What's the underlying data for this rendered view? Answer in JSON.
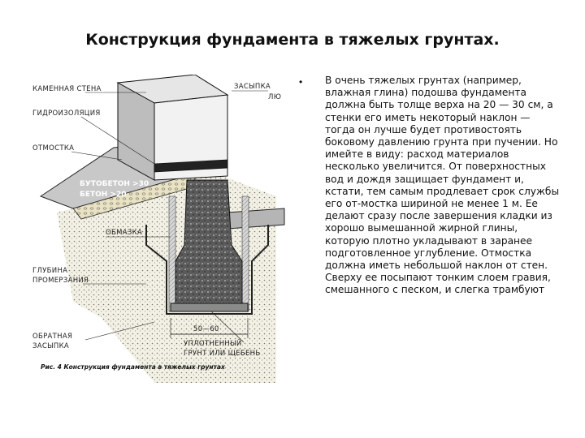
{
  "slide": {
    "title": "Конструкция фундамента в тяжелых грунтах.",
    "bullet_marker": "•",
    "bullet_text": "В очень тяжелых грунтах (например, влажная глина) подошва фундамента должна быть толще верха на 20 — 30 см, а стенки его иметь некоторый наклон — тогда он лучше будет противостоять боковому давлению грунта при пучении. Но имейте в виду: расход материалов несколько увеличится. От поверхностных вод и дождя защищает фундамент и, кстати, тем самым продлевает срок службы его от-мостка шириной не менее 1 м. Ее делают сразу после завершения кладки из хорошо вымешанной жирной глины, которую плотно укладывают в заранее подготовленное углубление. Отмостка должна иметь небольшой наклон от стен. Сверху ее посыпают тонким слоем гравия, смешанного с песком, и слегка трамбуют"
  },
  "figure": {
    "labels": {
      "stone_wall": "КАМЕННАЯ СТЕНА",
      "waterproofing": "ГИДРОИЗОЛЯЦИЯ",
      "blind_area": "ОТМОСТКА",
      "rubble_concrete": "БУТОБЕТОН >30",
      "concrete": "БЕТОН >20",
      "coating": "ОБМАЗКА",
      "freezing_depth_1": "ГЛУБИНА",
      "freezing_depth_2": "ПРОМЕРЗАНИЯ",
      "backfill_right_1": "ЗАСЫПКА",
      "backfill_right_2": "ЛЮ",
      "reverse_backfill_1": "ОБРАТНАЯ",
      "reverse_backfill_2": "ЗАСЫПКА",
      "width": "50—60",
      "compacted_1": "УПЛОТНЕННЫЙ",
      "compacted_2": "ГРУНТ ИЛИ ЩЕБЕНЬ"
    },
    "caption": "Рис. 4 Конструкция фундамента в тяжелых грунтах"
  }
}
